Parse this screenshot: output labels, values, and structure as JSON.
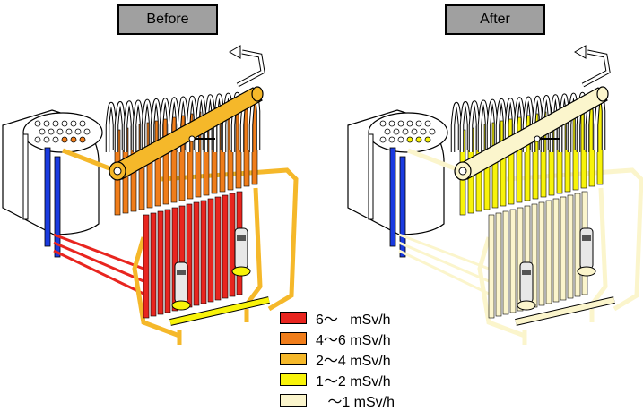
{
  "titles": {
    "before": "Before",
    "after": "After"
  },
  "colors": {
    "level_6plus": "#e8251f",
    "level_4_6": "#f07d1a",
    "level_2_4": "#f5b82a",
    "level_1_2": "#f8f30a",
    "level_under1": "#fbf5cc",
    "cold_leg": "#1a3be0",
    "outline": "#000000"
  },
  "legend": [
    {
      "label": "6～   mSv/h",
      "color": "#e8251f"
    },
    {
      "label": "4～6 mSv/h",
      "color": "#f07d1a"
    },
    {
      "label": "2～4 mSv/h",
      "color": "#f5b82a"
    },
    {
      "label": "1～2 mSv/h",
      "color": "#f8f30a"
    },
    {
      "label": "   ～1 mSv/h",
      "color": "#fbf5cc"
    }
  ],
  "panels": [
    {
      "name": "before",
      "header": "#f5b82a",
      "upper_tubes": "#f07d1a",
      "lower_tubes": "#e8251f",
      "loops": "#f5b82a",
      "bottom_header": "#f8f30a"
    },
    {
      "name": "after",
      "header": "#fbf5cc",
      "upper_tubes": "#f8f30a",
      "lower_tubes": "#fbf5cc",
      "loops": "#fbf5cc",
      "bottom_header": "#fbf5cc"
    }
  ]
}
